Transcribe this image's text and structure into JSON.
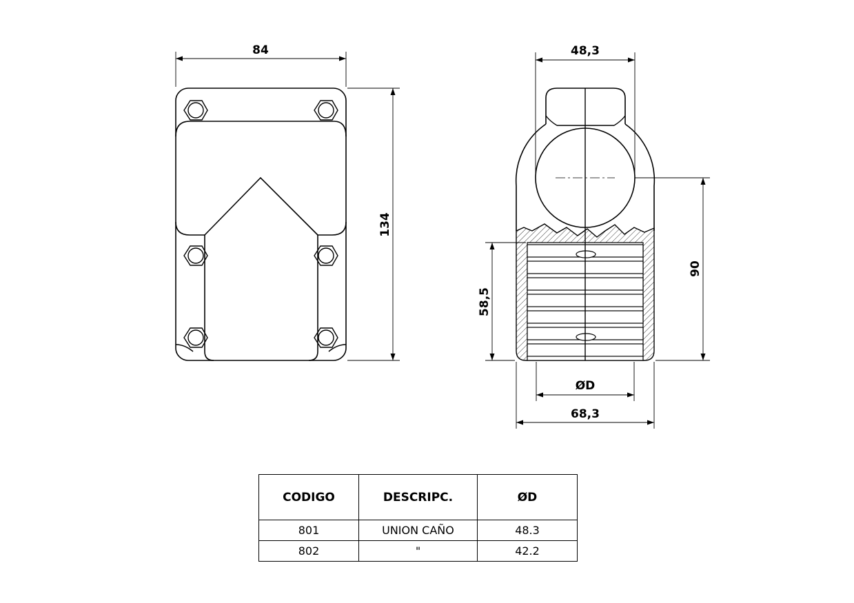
{
  "dimensions": {
    "front_width": "84",
    "front_height": "134",
    "side_top_width": "48,3",
    "side_height": "90",
    "side_socket_depth": "58,5",
    "side_diameter": "ØD",
    "side_bottom_width": "68,3"
  },
  "table": {
    "headers": [
      "CODIGO",
      "DESCRIPC.",
      "ØD"
    ],
    "rows": [
      [
        "801",
        "UNION CAÑO",
        "48.3"
      ],
      [
        "802",
        "\"",
        "42.2"
      ]
    ]
  }
}
